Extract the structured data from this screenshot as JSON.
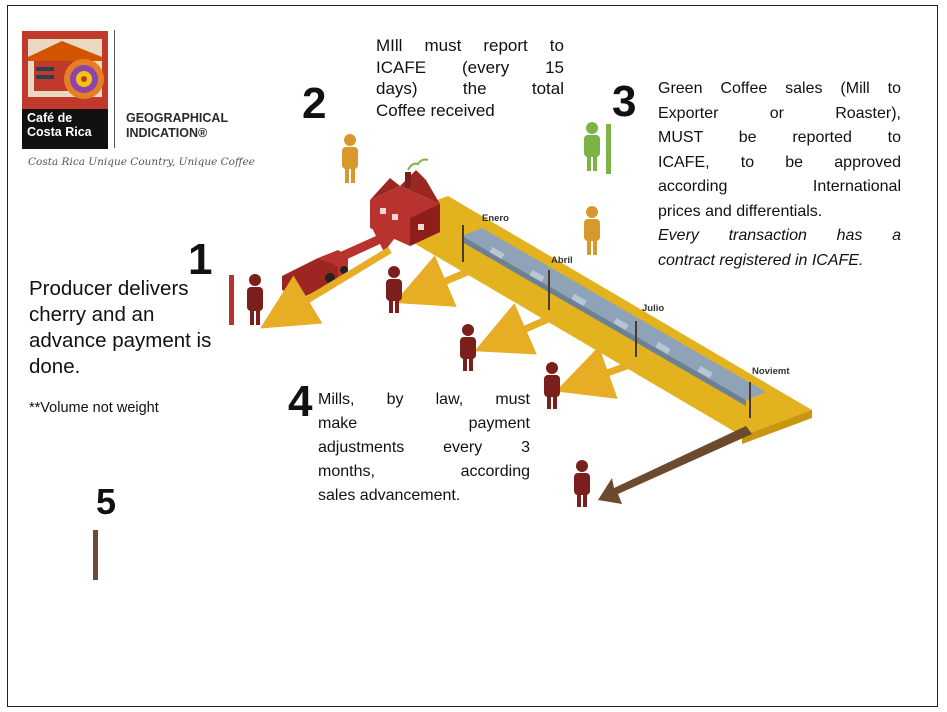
{
  "logo": {
    "brand_line1": "Café de",
    "brand_line2": "Costa Rica",
    "gi_line1": "GEOGRAPHICAL",
    "gi_line2": "INDICATION®",
    "tagline": "Costa Rica Unique Country, Unique Coffee"
  },
  "steps": {
    "s1": {
      "number": "1",
      "lines": [
        "Producer delivers",
        "cherry and an",
        "advance payment is",
        "done."
      ],
      "note": "**Volume not weight"
    },
    "s2": {
      "number": "2",
      "lines": [
        "MIll must report to",
        "ICAFE (every 15",
        "days) the total",
        "Coffee received"
      ]
    },
    "s3": {
      "number": "3",
      "lines": [
        "Green Coffee sales (Mill to",
        "Exporter or Roaster),",
        "MUST be reported to",
        "ICAFE, to be approved",
        "according International",
        "prices and differentials."
      ],
      "italic_lines": [
        "Every transaction has a",
        "contract registered in ICAFE."
      ]
    },
    "s4": {
      "number": "4",
      "lines": [
        "Mills, by law, must",
        "make payment",
        "adjustments every 3",
        "months, according",
        "sales advancement."
      ]
    },
    "s5": {
      "number": "5"
    }
  },
  "months": [
    "Enero",
    "Abril",
    "Julio",
    "Noviemt"
  ],
  "colors": {
    "track": "#e3b31f",
    "arrow_yellow": "#e6ad25",
    "arrow_red": "#b8322e",
    "arrow_brown": "#6b4a2e",
    "person_red": "#7a1f1c",
    "person_orange": "#d9982d",
    "person_green": "#7cb342",
    "stage_brown": "#6e4a2e",
    "conveyor": "#8fa3b8"
  }
}
